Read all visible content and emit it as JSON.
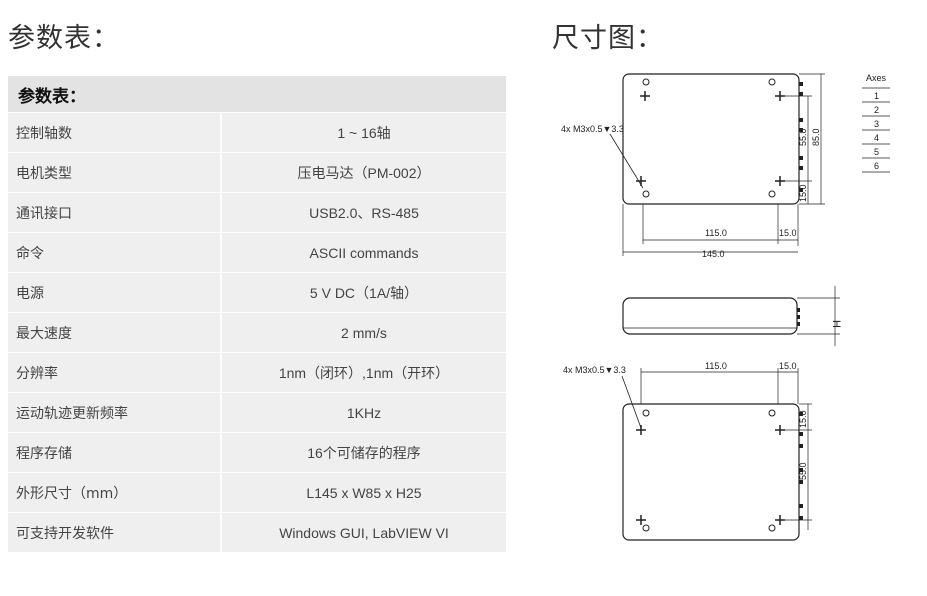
{
  "headings": {
    "left": "参数表：",
    "right": "尺寸图："
  },
  "table": {
    "title": "参数表：",
    "rows": [
      {
        "key": "控制轴数",
        "value": "1 ~ 16轴"
      },
      {
        "key": "电机类型",
        "value": "压电马达（PM-002）"
      },
      {
        "key": "通讯接口",
        "value": "USB2.0、RS-485"
      },
      {
        "key": "命令",
        "value": "ASCII commands"
      },
      {
        "key": "电源",
        "value": "5 V DC（1A/轴）"
      },
      {
        "key": "最大速度",
        "value": "2 mm/s"
      },
      {
        "key": "分辨率",
        "value": "1nm（闭环）,1nm（开环）"
      },
      {
        "key": "运动轨迹更新频率",
        "value": "1KHz"
      },
      {
        "key": "程序存储",
        "value": "16个可储存的程序"
      },
      {
        "key": "外形尺寸（mm）",
        "value": "L145 x W85 x H25"
      },
      {
        "key": "可支持开发软件",
        "value": "Windows GUI, LabVIEW VI"
      }
    ]
  },
  "drawing": {
    "top_view": {
      "hole_label": "4x M3x0.5▼3.3",
      "dim_width_inner": "115.0",
      "dim_edge": "15.0",
      "dim_width_total": "145.0",
      "dim_height_inner": "55.0",
      "dim_height_total": "85.0",
      "dim_bottom": "15.0"
    },
    "side_view": {
      "height_label": "H"
    },
    "bottom_view": {
      "hole_label": "4x M3x0.5▼3.3",
      "dim_width_inner": "115.0",
      "dim_edge": "15.0",
      "dim_top": "15.0",
      "dim_height_inner": "55.0"
    },
    "axes": {
      "title": "Axes",
      "items": [
        "1",
        "2",
        "3",
        "4",
        "5",
        "6"
      ]
    }
  }
}
